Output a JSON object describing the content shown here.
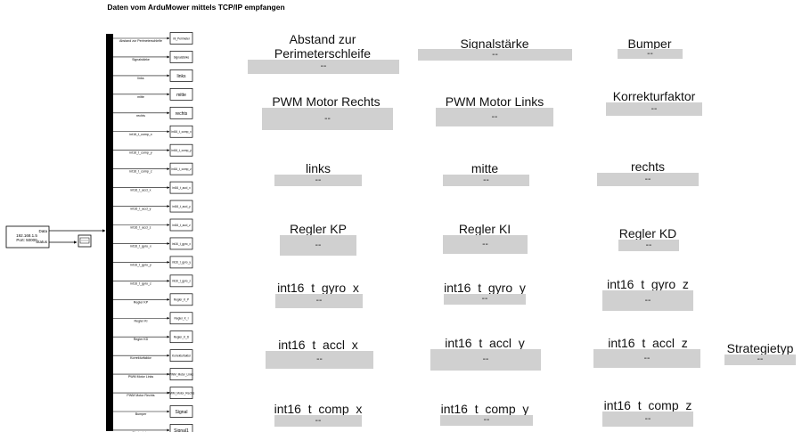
{
  "title": "Daten vom ArduMower mittels TCP/IP empfangen",
  "source_block": {
    "port_in": "Data",
    "port_out": "Status",
    "ip": "192.168.1.5",
    "port": "Port: 50000"
  },
  "signals": [
    {
      "label": "Abstand zur Perimeterschleife",
      "block": "int_Perimeter"
    },
    {
      "label": "Signalstärke",
      "block": "Signalstärke"
    },
    {
      "label": "links",
      "block": "links"
    },
    {
      "label": "mitte",
      "block": "mitte"
    },
    {
      "label": "rechts",
      "block": "rechts"
    },
    {
      "label": "int16_t_comp_x",
      "block": "int16_t_comp_x"
    },
    {
      "label": "int16_t_comp_y",
      "block": "int16_t_comp_y"
    },
    {
      "label": "int16_t_comp_z",
      "block": "int16_t_comp_z"
    },
    {
      "label": "int16_t_accl_x",
      "block": "int16_t_accl_x"
    },
    {
      "label": "int16_t_accl_y",
      "block": "int16_t_accl_y"
    },
    {
      "label": "int16_t_accl_z",
      "block": "int16_t_accl_z"
    },
    {
      "label": "int16_t_gyro_x",
      "block": "int16_t_gyro_x"
    },
    {
      "label": "int16_t_gyro_y",
      "block": "int16_t_gyro_y"
    },
    {
      "label": "int16_t_gyro_z",
      "block": "int16_t_gyro_z"
    },
    {
      "label": "Regler KP",
      "block": "Regler_K_P"
    },
    {
      "label": "Regler KI",
      "block": "Regler_K_I"
    },
    {
      "label": "Regler KD",
      "block": "Regler_K_D"
    },
    {
      "label": "Korrekturfaktor",
      "block": "Korrekturfaktor"
    },
    {
      "label": "PWM Motor Links",
      "block": "PWM_Motor_Links"
    },
    {
      "label": "PWM Motor Rechts",
      "block": "PWM_Motor_Rechts"
    },
    {
      "label": "Bumper",
      "block": "Signal"
    },
    {
      "label": "Strategietyp",
      "block": "Signal1"
    }
  ],
  "displays": [
    {
      "label": "Abstand zur Perimeterschleife",
      "value": "--"
    },
    {
      "label": "Signalstärke",
      "value": "--"
    },
    {
      "label": "Bumper",
      "value": "--"
    },
    {
      "label": "PWM Motor Rechts",
      "value": "--"
    },
    {
      "label": "PWM Motor Links",
      "value": "--"
    },
    {
      "label": "Korrekturfaktor",
      "value": "--"
    },
    {
      "label": "links",
      "value": "--"
    },
    {
      "label": "mitte",
      "value": "--"
    },
    {
      "label": "rechts",
      "value": "--"
    },
    {
      "label": "Regler KP",
      "value": "--"
    },
    {
      "label": "Regler KI",
      "value": "--"
    },
    {
      "label": "Regler KD",
      "value": "--"
    },
    {
      "label": "int16_t_gyro_x",
      "value": "--"
    },
    {
      "label": "int16_t_gyro_y",
      "value": "--"
    },
    {
      "label": "int16_t_gyro_z",
      "value": "--"
    },
    {
      "label": "int16_t_accl_x",
      "value": "--"
    },
    {
      "label": "int16_t_accl_y",
      "value": "--"
    },
    {
      "label": "int16_t_accl_z",
      "value": "--"
    },
    {
      "label": "Strategietyp",
      "value": "--"
    },
    {
      "label": "int16_t_comp_x",
      "value": "--"
    },
    {
      "label": "int16_t_comp_y",
      "value": "--"
    },
    {
      "label": "int16_t_comp_z",
      "value": "--"
    }
  ]
}
